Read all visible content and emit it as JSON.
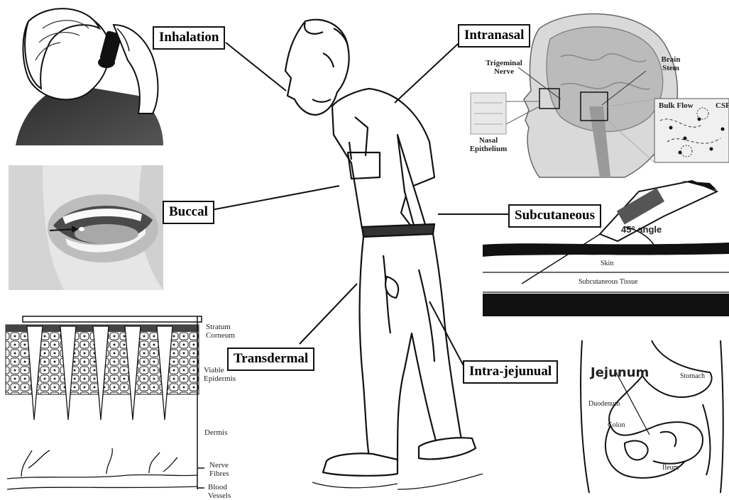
{
  "routes": {
    "inhalation": "Inhalation",
    "intranasal": "Intranasal",
    "buccal": "Buccal",
    "subcutaneous": "Subcutaneous",
    "transdermal": "Transdermal",
    "intra_jejunal": "Intra-jejunual"
  },
  "intranasal_panel": {
    "trigeminal_nerve": "Trigeminal Nerve",
    "brain_stem": "Brain Stem",
    "nasal_epithelium": "Nasal Epithelium",
    "bulk_flow": "Bulk Flow",
    "csf": "CSF"
  },
  "subcutaneous_panel": {
    "angle": "45° angle",
    "skin": "Skin",
    "tissue": "Subcutaneous Tissue"
  },
  "transdermal_panel": {
    "stratum_corneum": "Stratum Corneum",
    "viable_epidermis": "Viable Epidermis",
    "dermis": "Dermis",
    "nerve_fibres": "Nerve Fibres",
    "blood_vessels": "Blood Vessels"
  },
  "jejunal_panel": {
    "jejunum": "Jejunum",
    "stomach": "Stomach",
    "duodenum": "Duodenum",
    "colon": "Colon",
    "ileum": "Ileum"
  }
}
